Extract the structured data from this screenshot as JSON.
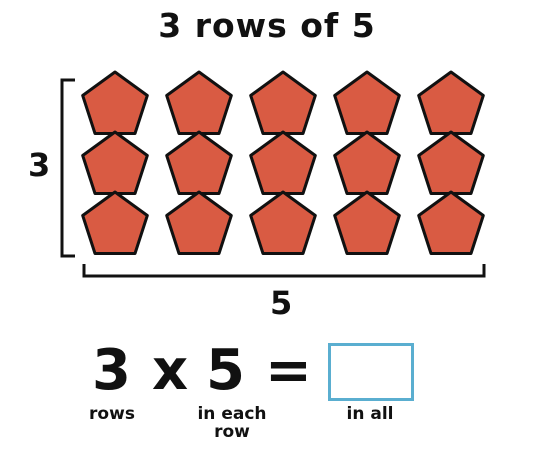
{
  "title": "3 rows of 5",
  "array": {
    "rows": 3,
    "cols": 5,
    "shape": "pentagon",
    "fill_color": "#d95b43",
    "stroke_color": "#111111"
  },
  "labels": {
    "rows_count": "3",
    "cols_count": "5"
  },
  "equation": {
    "left": "3",
    "times": "x",
    "right": "5",
    "equals": "=",
    "answer": ""
  },
  "captions": {
    "rows": "rows",
    "in_each_row": "in each\nrow",
    "in_all": "in all"
  },
  "colors": {
    "answer_box_border": "#5aaed0"
  }
}
